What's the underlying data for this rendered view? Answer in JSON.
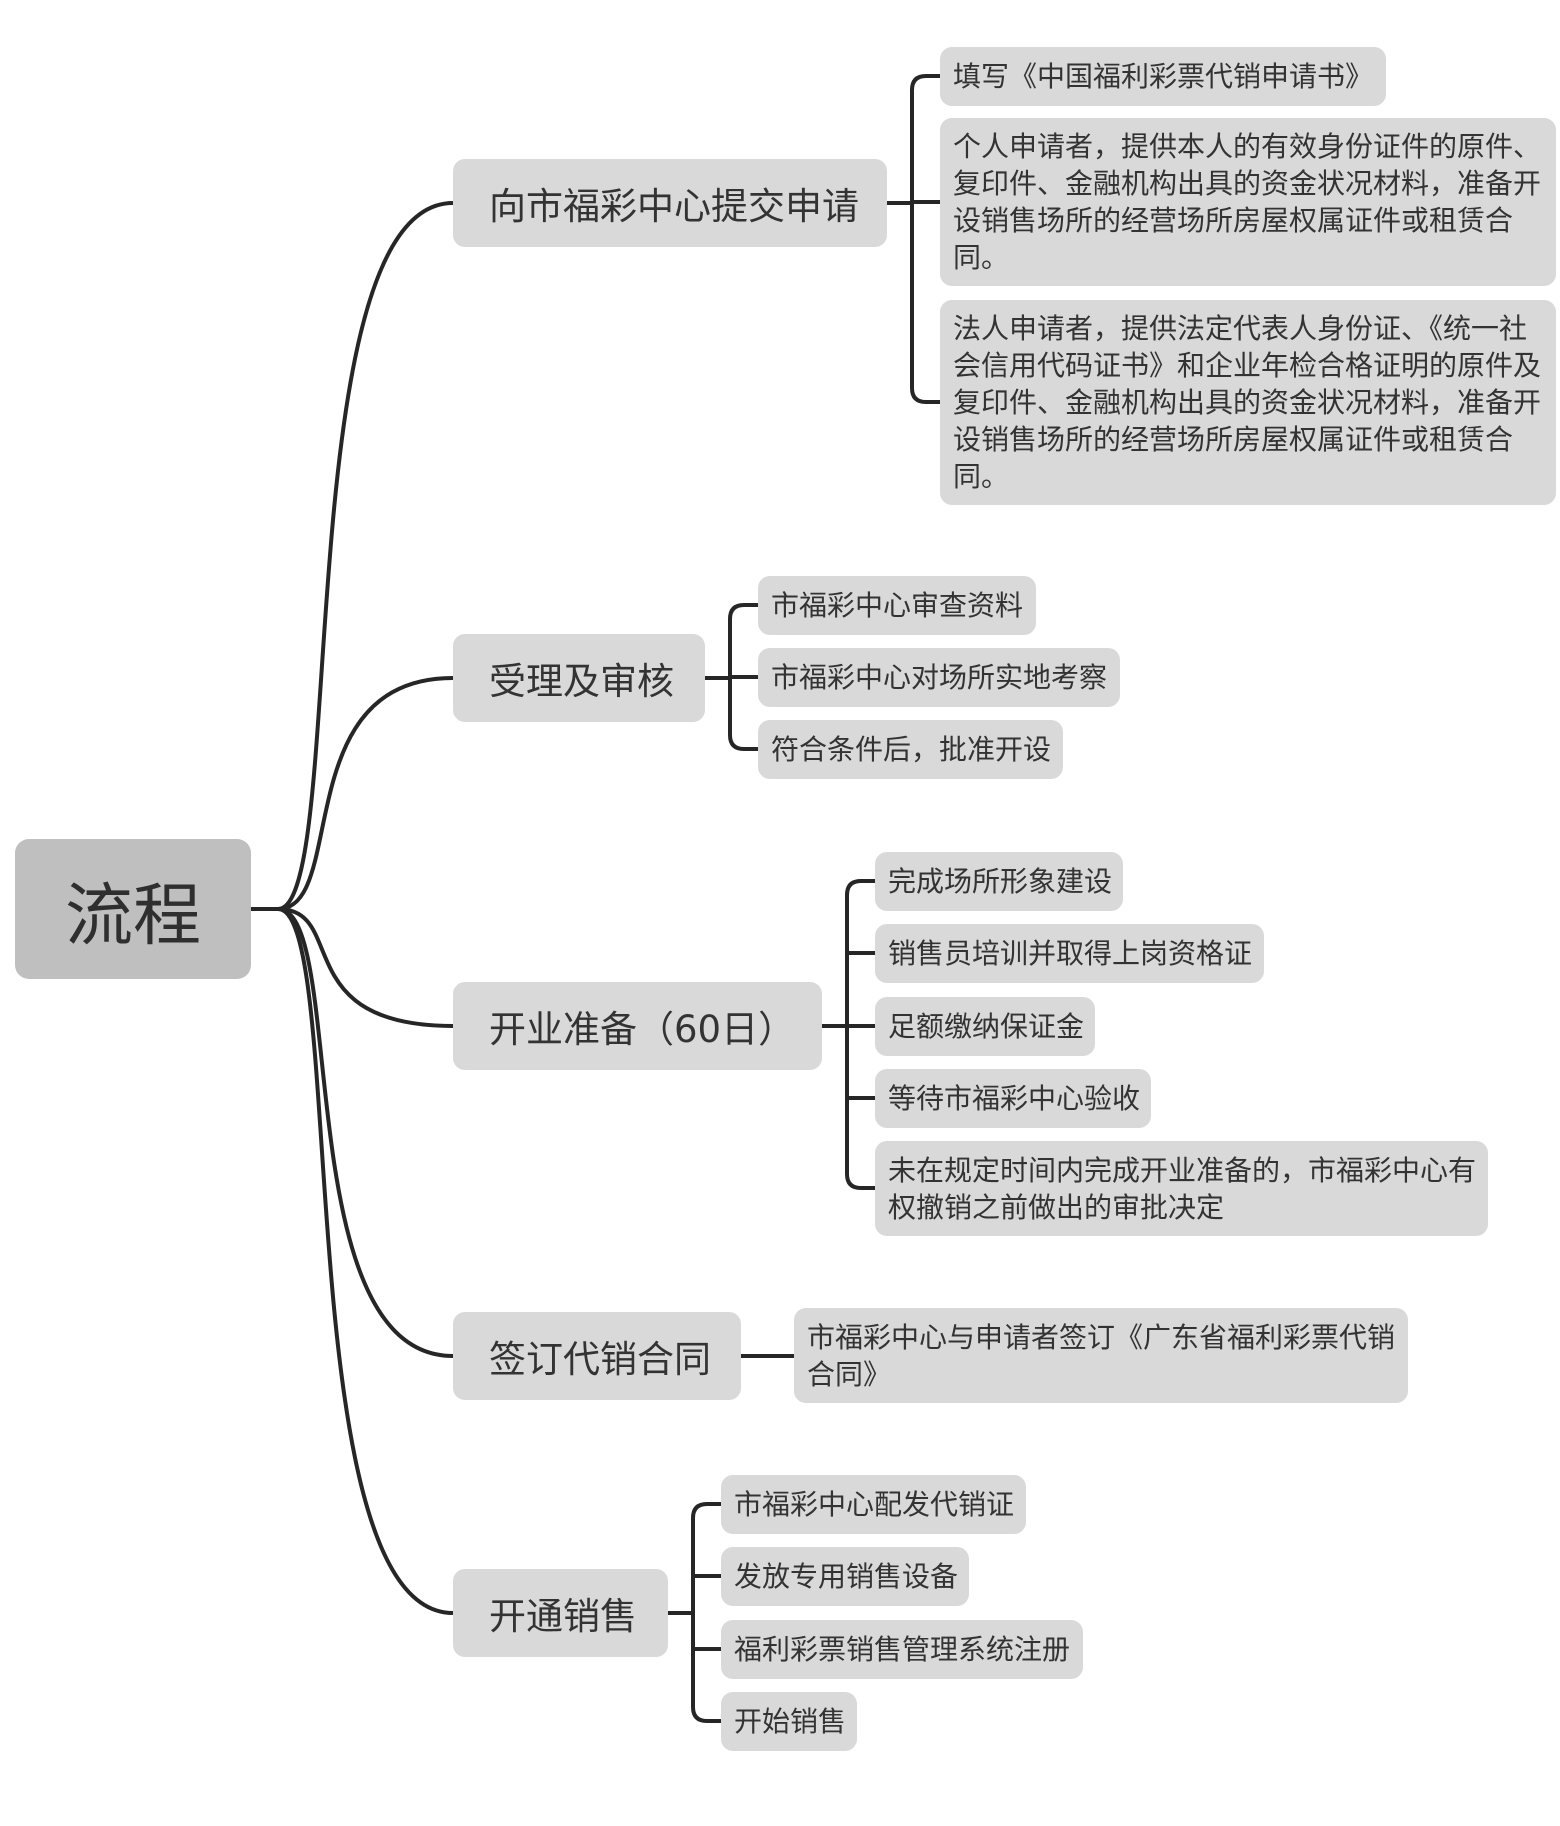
{
  "diagram": {
    "root": "流程",
    "branches": [
      {
        "label": "向市福彩中心提交申请",
        "children": [
          "填写《中国福利彩票代销申请书》",
          "个人申请者，提供本人的有效身份证件的原件、复印件、金融机构出具的资金状况材料，准备开设销售场所的经营场所房屋权属证件或租赁合同。",
          "法人申请者，提供法定代表人身份证、《统一社会信用代码证书》和企业年检合格证明的原件及复印件、金融机构出具的资金状况材料，准备开设销售场所的经营场所房屋权属证件或租赁合同。"
        ]
      },
      {
        "label": "受理及审核",
        "children": [
          "市福彩中心审查资料",
          "市福彩中心对场所实地考察",
          "符合条件后，批准开设"
        ]
      },
      {
        "label": "开业准备（60日）",
        "children": [
          "完成场所形象建设",
          "销售员培训并取得上岗资格证",
          "足额缴纳保证金",
          "等待市福彩中心验收",
          "未在规定时间内完成开业准备的，市福彩中心有权撤销之前做出的审批决定"
        ]
      },
      {
        "label": "签订代销合同",
        "children": [
          "市福彩中心与申请者签订《广东省福利彩票代销合同》"
        ]
      },
      {
        "label": "开通销售",
        "children": [
          "市福彩中心配发代销证",
          "发放专用销售设备",
          "福利彩票销售管理系统注册",
          "开始销售"
        ]
      }
    ]
  }
}
